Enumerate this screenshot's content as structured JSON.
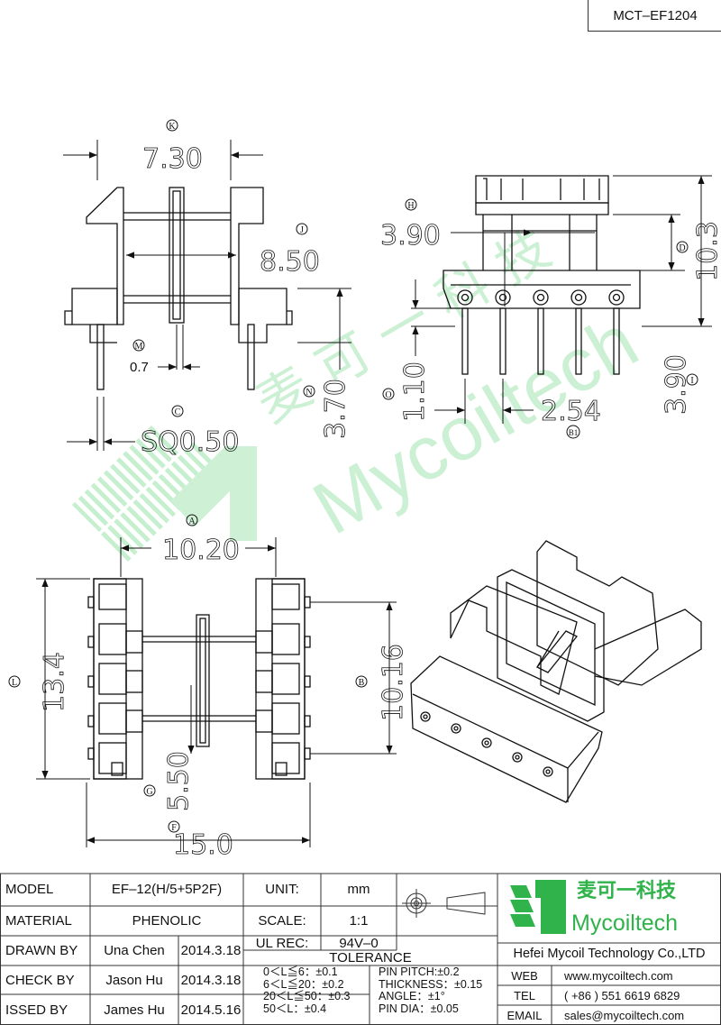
{
  "drawing_code": "MCT–EF1204",
  "watermark": {
    "cn": "麦 可 一 科 技",
    "en": "Mycoiltech"
  },
  "top_view": {
    "dim_k": "7.30",
    "dim_j": "8.50",
    "dim_m": "0.7",
    "dim_n": "3.70",
    "dim_c": "SQ0.50",
    "tags": {
      "k": "K",
      "j": "J",
      "m": "M",
      "n": "N",
      "c": "C"
    }
  },
  "side_view": {
    "dim_h": "3.90",
    "dim_d": "10.3",
    "dim_i": "3.90",
    "dim_o": "1.10",
    "dim_b1": "2.54",
    "tags": {
      "h": "H",
      "d": "D",
      "i": "I",
      "o": "O",
      "b1": "B1"
    }
  },
  "bottom_view": {
    "dim_a": "10.20",
    "dim_l": "13.4",
    "dim_b": "10.16",
    "dim_g": "5.50",
    "dim_f": "15.0",
    "tags": {
      "a": "A",
      "l": "L",
      "b": "B",
      "g": "G",
      "f": "F"
    }
  },
  "title_block": {
    "model_label": "MODEL",
    "model_value": "EF–12(H/5+5P2F)",
    "material_label": "MATERIAL",
    "material_value": "PHENOLIC",
    "drawn_label": "DRAWN BY",
    "drawn_name": "Una Chen",
    "drawn_date": "2014.3.18",
    "check_label": "CHECK BY",
    "check_name": "Jason Hu",
    "check_date": "2014.3.18",
    "issued_label": "ISSED BY",
    "issued_name": "James Hu",
    "issued_date": "2014.5.16",
    "unit_label": "UNIT:",
    "unit_value": "mm",
    "scale_label": "SCALE:",
    "scale_value": "1:1",
    "ul_label": "UL REC:",
    "ul_value": "94V–0",
    "tolerance_label": "TOLERANCE",
    "tol_left": [
      "0＜L≦6：±0.1",
      "6＜L≦20：±0.2",
      "20＜L≦50：±0.3",
      "50＜L：±0.4"
    ],
    "tol_right": [
      "PIN PITCH:±0.2",
      "THICKNESS：±0.15",
      "ANGLE：±1°",
      "PIN DIA：±0.05"
    ],
    "logo_cn": "麦可一科技",
    "logo_en": "Mycoiltech",
    "company": "Hefei Mycoil Technology Co.,LTD",
    "web_label": "WEB",
    "web_value": "www.mycoiltech.com",
    "tel_label": "TEL",
    "tel_value": "( +86 ) 551 6619 6829",
    "email_label": "EMAIL",
    "email_value": "sales@mycoiltech.com",
    "colors": {
      "logo_green": "#2fb34a",
      "watermark_green": "#bfeec9"
    }
  }
}
